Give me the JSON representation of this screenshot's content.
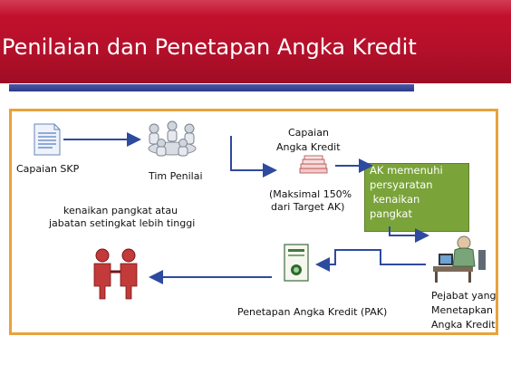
{
  "title": "Penilaian dan Penetapan Angka Kredit",
  "nodes": {
    "capaian_skp": "Capaian SKP",
    "tim_penilai": "Tim Penilai",
    "capaian_ak_1": "Capaian",
    "capaian_ak_2": "Angka Kredit",
    "maksimal_1": "(Maksimal 150%",
    "maksimal_2": "dari Target AK)",
    "ak_memenuhi_1": "AK memenuhi",
    "ak_memenuhi_2": "persyaratan",
    "ak_memenuhi_3": " kenaikan",
    "ak_memenuhi_4": "pangkat",
    "pejabat_1": "Pejabat yang",
    "pejabat_2": "Menetapkan",
    "pejabat_3": "Angka Kredit",
    "pak": "Penetapan Angka Kredit (PAK)",
    "kenaikan_1": "kenaikan pangkat atau",
    "kenaikan_2": "jabatan setingkat lebih tinggi"
  },
  "colors": {
    "header": "#c0102c",
    "accent": "#2f3d8a",
    "border": "#e9a23b",
    "arrow": "#2e4a9e",
    "green_box": "#7aa33a"
  },
  "icons": [
    "document-icon",
    "team-icon",
    "stack-icon",
    "certificate-icon",
    "officer-desk-icon",
    "handshake-icon"
  ]
}
